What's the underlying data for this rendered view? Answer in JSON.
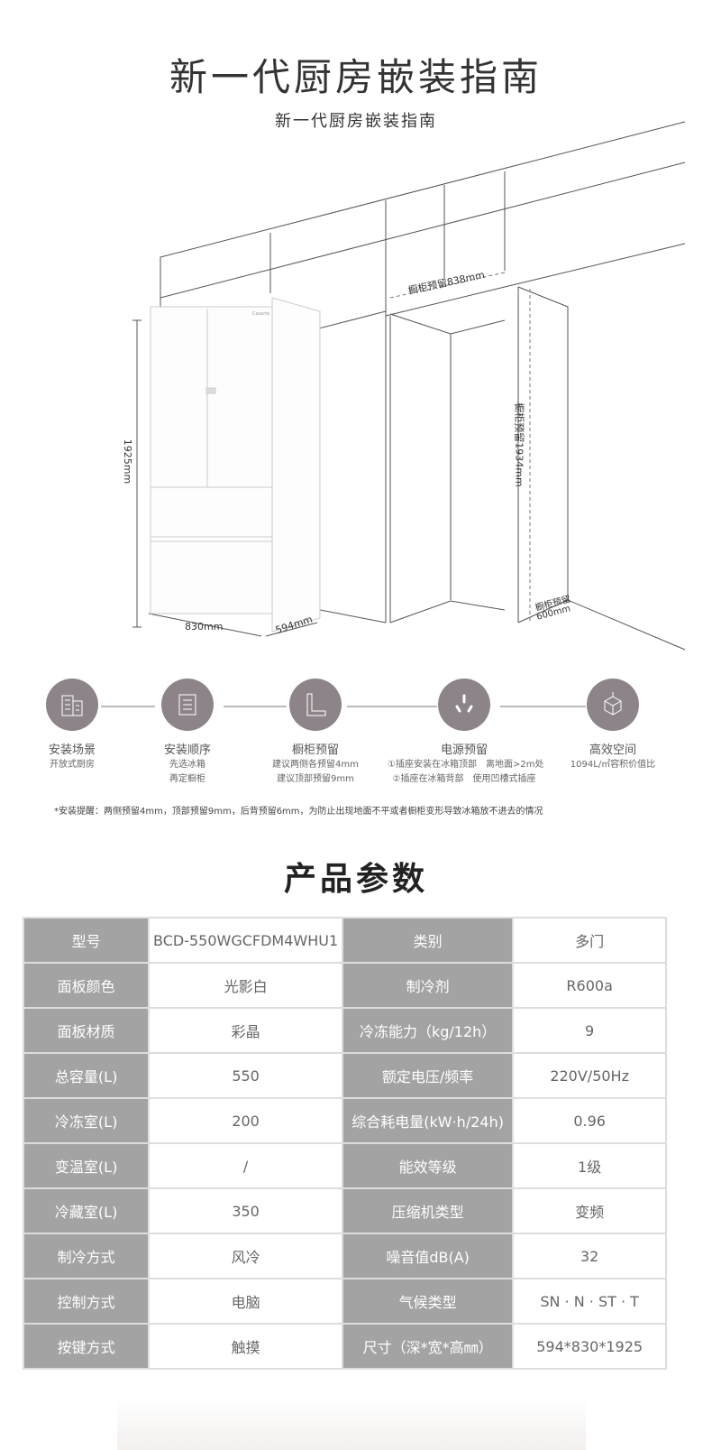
{
  "header": {
    "title": "新一代厨房嵌装指南",
    "subtitle": "新一代厨房嵌装指南"
  },
  "diagram": {
    "brand": "Casarte",
    "height": "1925mm",
    "width": "830mm",
    "depth": "594mm",
    "cabinet_width": "橱柜预留838mm",
    "cabinet_height": "橱柜预留1934mm",
    "cabinet_depth_label": "橱柜预留",
    "cabinet_depth": "600mm"
  },
  "steps": [
    {
      "icon": "building-icon",
      "title": "安装场景",
      "desc": [
        "开放式厨房"
      ]
    },
    {
      "icon": "list-icon",
      "title": "安装顺序",
      "desc": [
        "先选冰箱",
        "再定橱柜"
      ]
    },
    {
      "icon": "ruler-icon",
      "title": "橱柜预留",
      "desc": [
        "建议两侧各预留4mm",
        "建议顶部预留9mm"
      ]
    },
    {
      "icon": "socket-icon",
      "title": "电源预留",
      "desc": [
        "①插座安装在冰箱顶部　离地面>2m处",
        "②插座在冰箱背部　使用凹槽式插座"
      ]
    },
    {
      "icon": "cube-icon",
      "title": "高效空间",
      "desc": [
        "1094L/㎡容积价值比"
      ]
    }
  ],
  "tip": "*安装提醒：两侧预留4mm，顶部预留9mm，后背预留6mm，为防止出现地面不平或者橱柜变形导致冰箱放不进去的情况",
  "params_title": "产品参数",
  "params": [
    [
      "型号",
      "BCD-550WGCFDM4WHU1",
      "类别",
      "多门"
    ],
    [
      "面板颜色",
      "光影白",
      "制冷剂",
      "R600a"
    ],
    [
      "面板材质",
      "彩晶",
      "冷冻能力（kg/12h）",
      "9"
    ],
    [
      "总容量(L)",
      "550",
      "额定电压/频率",
      "220V/50Hz"
    ],
    [
      "冷冻室(L)",
      "200",
      "综合耗电量(kW·h/24h)",
      "0.96"
    ],
    [
      "变温室(L)",
      "/",
      "能效等级",
      "1级"
    ],
    [
      "冷藏室(L)",
      "350",
      "压缩机类型",
      "变频"
    ],
    [
      "制冷方式",
      "风冷",
      "噪音值dB(A)",
      "32"
    ],
    [
      "控制方式",
      "电脑",
      "气候类型",
      "SN · N · ST · T"
    ],
    [
      "按键方式",
      "触摸",
      "尺寸（深*宽*高㎜）",
      "594*830*1925"
    ]
  ]
}
